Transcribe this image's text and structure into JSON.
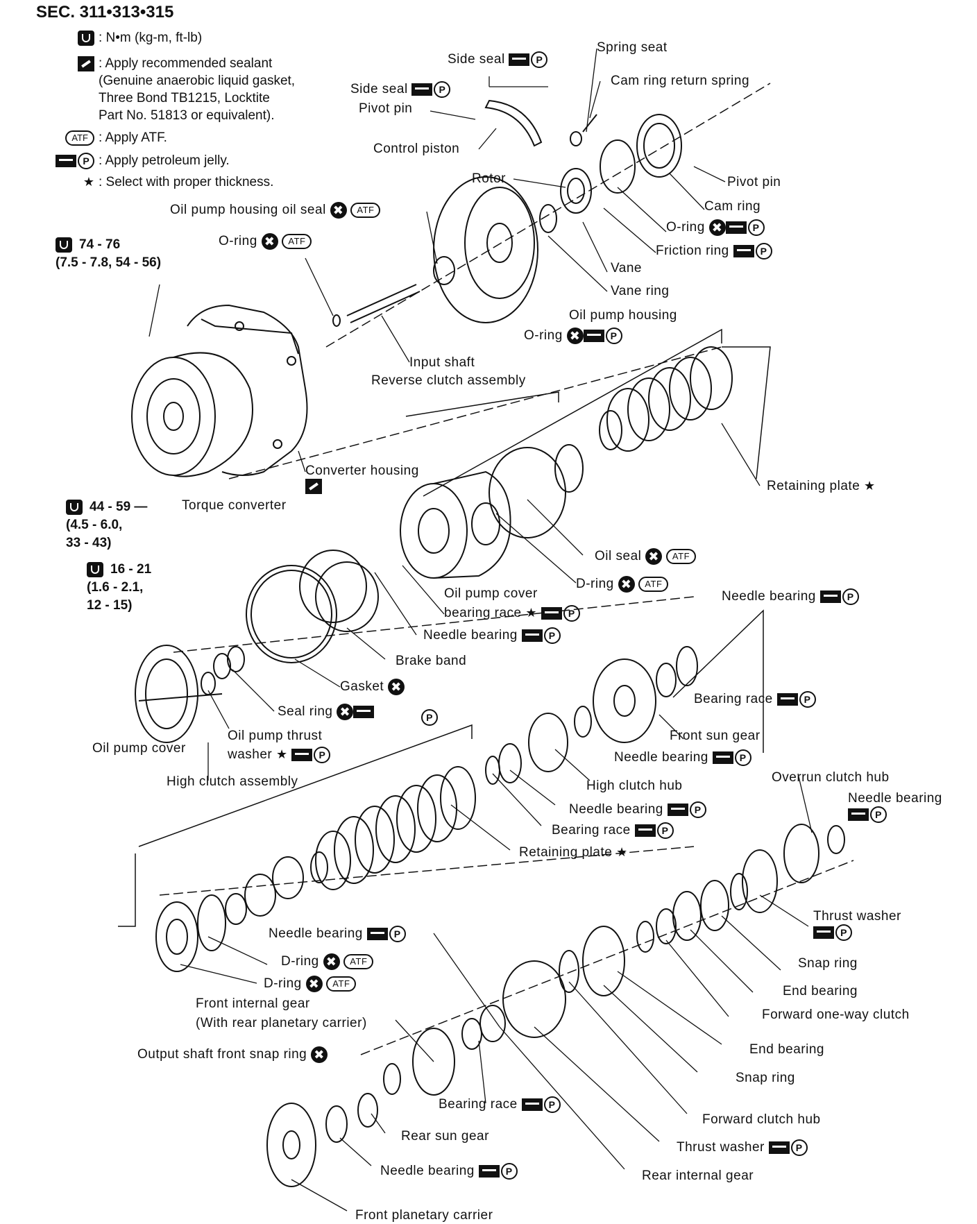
{
  "section": "SEC. 311•313•315",
  "legend": [
    {
      "symbol": "wrench-icon",
      "text": ": N•m (kg-m, ft-lb)"
    },
    {
      "symbol": "sealant-icon",
      "text": ": Apply recommended sealant"
    },
    {
      "symbol": "",
      "text": "(Genuine anaerobic liquid gasket,"
    },
    {
      "symbol": "",
      "text": "Three Bond TB1215, Locktite"
    },
    {
      "symbol": "",
      "text": "Part No. 51813 or equivalent)."
    },
    {
      "symbol": "atf-icon",
      "text": ": Apply ATF."
    },
    {
      "symbol": "petroleum-jelly-icon",
      "text": ": Apply petroleum jelly."
    },
    {
      "symbol": "star-icon",
      "text": ": Select with proper thickness."
    }
  ],
  "symbols": {
    "atf": "ATF",
    "p": "P",
    "x": "✖",
    "star": "★"
  },
  "torque_specs": [
    {
      "value": "74 - 76\n(7.5 - 7.8, 54 - 56)"
    },
    {
      "value": "44 - 59 —\n(4.5 - 6.0,\n33 - 43)"
    },
    {
      "value": "16 - 21\n(1.6 - 2.1,\n12 - 15)"
    }
  ],
  "labels": {
    "side_seal_1": "Side seal",
    "spring_seat": "Spring seat",
    "side_seal_2": "Side seal",
    "cam_ring_return_spring": "Cam ring return spring",
    "pivot_pin_1": "Pivot pin",
    "control_piston": "Control piston",
    "rotor": "Rotor",
    "pivot_pin_2": "Pivot pin",
    "cam_ring": "Cam ring",
    "oil_pump_housing_oil_seal": "Oil pump housing oil seal",
    "o_ring_1": "O-ring",
    "o_ring_2": "O-ring",
    "friction_ring": "Friction ring",
    "vane": "Vane",
    "vane_ring": "Vane ring",
    "oil_pump_housing": "Oil pump housing",
    "o_ring_3": "O-ring",
    "input_shaft": "Input shaft",
    "reverse_clutch_assembly": "Reverse clutch assembly",
    "converter_housing": "Converter housing",
    "retaining_plate_1": "Retaining plate",
    "torque_converter": "Torque converter",
    "oil_seal": "Oil seal",
    "d_ring_1": "D-ring",
    "oil_pump_cover_bearing_race_1": "Oil pump cover",
    "oil_pump_cover_bearing_race_2": "bearing race",
    "needle_bearing_1": "Needle bearing",
    "needle_bearing_2": "Needle bearing",
    "brake_band": "Brake band",
    "bearing_race_1": "Bearing race",
    "gasket": "Gasket",
    "front_sun_gear": "Front sun gear",
    "seal_ring": "Seal ring",
    "oil_pump_thrust_washer_1": "Oil pump thrust",
    "oil_pump_thrust_washer_2": "washer",
    "needle_bearing_3": "Needle bearing",
    "oil_pump_cover": "Oil pump cover",
    "high_clutch_assembly": "High clutch assembly",
    "overrun_clutch_hub": "Overrun clutch hub",
    "high_clutch_hub": "High clutch hub",
    "needle_bearing_4": "Needle bearing",
    "needle_bearing_5": "Needle bearing",
    "bearing_race_2": "Bearing race",
    "retaining_plate_2": "Retaining plate",
    "thrust_washer_1": "Thrust washer",
    "needle_bearing_6": "Needle bearing",
    "snap_ring_1": "Snap ring",
    "d_ring_2": "D-ring",
    "end_bearing_1": "End bearing",
    "d_ring_3": "D-ring",
    "front_internal_gear_1": "Front internal gear",
    "front_internal_gear_2": "(With rear planetary carrier)",
    "forward_one_way_clutch": "Forward one-way clutch",
    "end_bearing_2": "End bearing",
    "output_shaft_front_snap_ring": "Output shaft front snap ring",
    "snap_ring_2": "Snap ring",
    "bearing_race_3": "Bearing race",
    "forward_clutch_hub": "Forward clutch hub",
    "rear_sun_gear": "Rear sun gear",
    "thrust_washer_2": "Thrust washer",
    "needle_bearing_7": "Needle bearing",
    "rear_internal_gear": "Rear internal gear",
    "front_planetary_carrier": "Front planetary carrier"
  }
}
